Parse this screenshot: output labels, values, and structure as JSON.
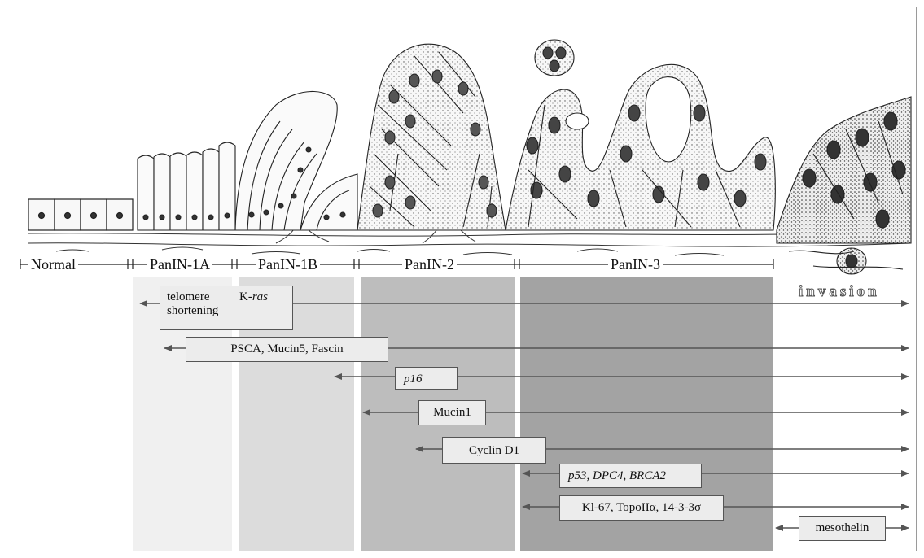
{
  "stages": {
    "normal": "Normal",
    "panin1a": "PanIN-1A",
    "panin1b": "PanIN-1B",
    "panin2": "PanIN-2",
    "panin3": "PanIN-3",
    "invasion": "invasion"
  },
  "markers": {
    "telomere_line1": "telomere",
    "telomere_line2": "shortening",
    "kras_prefix": "K-",
    "kras_italic": "ras",
    "psca": "PSCA, Mucin5, Fascin",
    "p16": "p16",
    "mucin1": "Mucin1",
    "cyclin": "Cyclin D1",
    "p53": "p53, DPC4, BRCA2",
    "ki67": "Kl-67, TopoIIα, 14-3-3σ",
    "mesothelin": "mesothelin"
  },
  "colors": {
    "band_1a": "#f0f0f0",
    "band_1b": "#dcdcdc",
    "band_2": "#bdbdbd",
    "band_3": "#a3a3a3",
    "box_fill": "#ececec",
    "arrow": "#555555"
  }
}
